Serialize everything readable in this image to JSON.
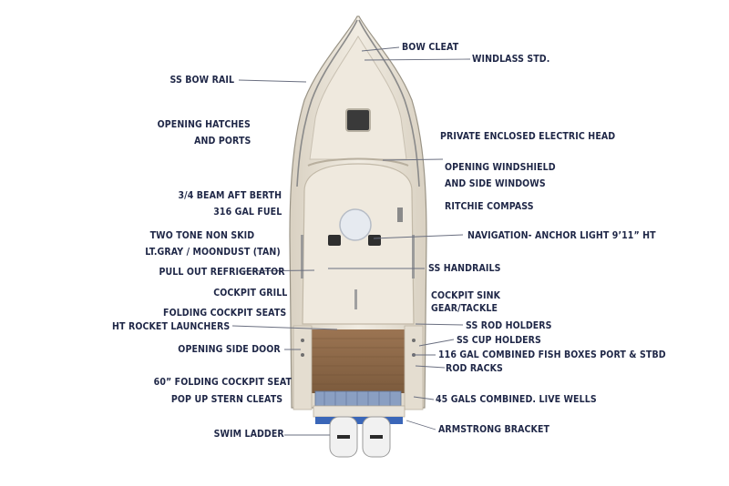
{
  "labels": {
    "bow_rail": "SS  BOW RAIL",
    "opening_hatches": [
      "OPENING HATCHES",
      "AND PORTS"
    ],
    "beam_aft_berth": [
      "3/4 BEAM AFT BERTH",
      "316 GAL FUEL"
    ],
    "two_tone_non_skid": [
      "TWO TONE NON SKID",
      "LT.GRAY / MOONDUST (TAN)"
    ],
    "pull_out_refrigerator": "PULL OUT REFRIGERATOR",
    "cockpit_grill": "COCKPIT GRILL",
    "folding_cockpit_seats": "FOLDING COCKPIT SEATS",
    "ht_rocket_launchers": "HT ROCKET LAUNCHERS",
    "opening_side_door": "OPENING SIDE DOOR",
    "folding_cockpit_seat_60": "60” FOLDING COCKPIT SEAT",
    "pop_up_stern_cleats": "POP UP STERN CLEATS",
    "swim_ladder": "SWIM LADDER",
    "bow_cleat": "BOW CLEAT",
    "windlass": "WINDLASS STD.",
    "electric_head": "PRIVATE ENCLOSED ELECTRIC HEAD",
    "opening_windshield": [
      "OPENING WINDSHIELD",
      "AND SIDE WINDOWS"
    ],
    "ritchie_compass": "RITCHIE COMPASS",
    "navigation_light": "NAVIGATION- ANCHOR LIGHT 9’11” HT",
    "ss_handrails": "SS HANDRAILS",
    "cockpit_sink": [
      "COCKPIT SINK",
      "GEAR/TACKLE"
    ],
    "ss_rod_holders": "SS ROD HOLDERS",
    "ss_cup_holders": "SS CUP HOLDERS",
    "fish_boxes": "116 GAL COMBINED FISH BOXES PORT & STBD",
    "rod_racks": "ROD RACKS",
    "live_wells": "45 GALS COMBINED. LIVE WELLS",
    "armstrong_bracket": "ARMSTRONG BRACKET"
  },
  "colors": {
    "label_text": "#1f2747",
    "leader_line": "#6a6f80",
    "hull_top": "#ece6d9",
    "hull_shadow": "#d8cfbf",
    "teak_deck": "#8d6a4a",
    "outboard": "#f1f1f1",
    "water_blue": "#3a66b8"
  },
  "icons": [
    "outboard-engine-icon",
    "anchor-light-dome-icon",
    "hatch-icon"
  ]
}
